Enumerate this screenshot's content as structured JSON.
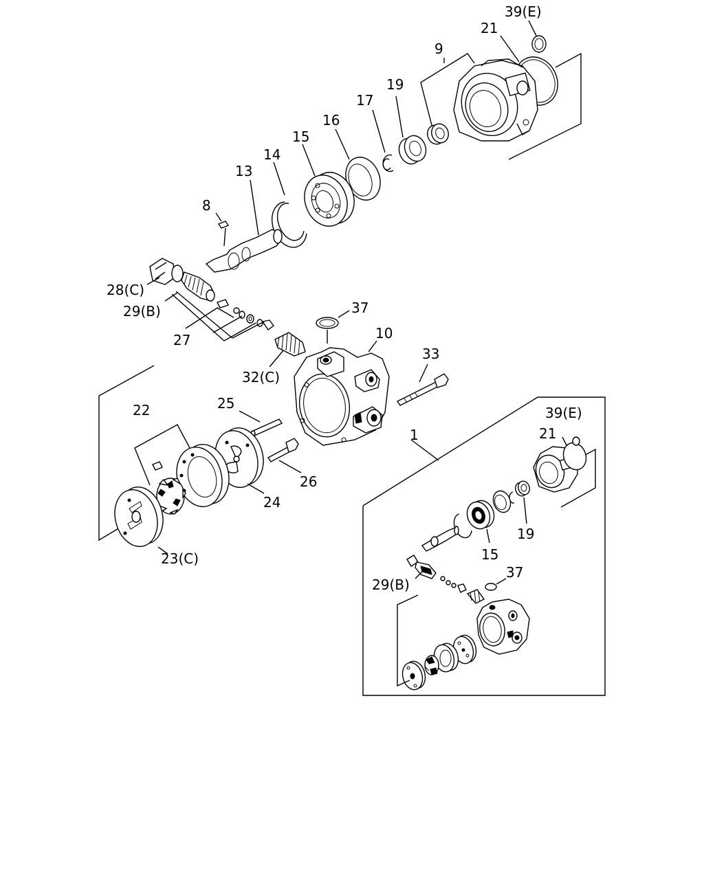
{
  "callouts": {
    "c39e_top": "39(E)",
    "c21_top": "21",
    "c9": "9",
    "c19_top": "19",
    "c17": "17",
    "c16": "16",
    "c15_top": "15",
    "c14": "14",
    "c13": "13",
    "c8": "8",
    "c28c": "28(C)",
    "c29b_top": "29(B)",
    "c37_top": "37",
    "c10": "10",
    "c27": "27",
    "c33": "33",
    "c32c": "32(C)",
    "c25": "25",
    "c22": "22",
    "c1": "1",
    "c39e_inset": "39(E)",
    "c21_inset": "21",
    "c26": "26",
    "c24": "24",
    "c19_inset": "19",
    "c15_inset": "15",
    "c23c": "23(C)",
    "c37_inset": "37",
    "c29b_inset": "29(B)"
  }
}
